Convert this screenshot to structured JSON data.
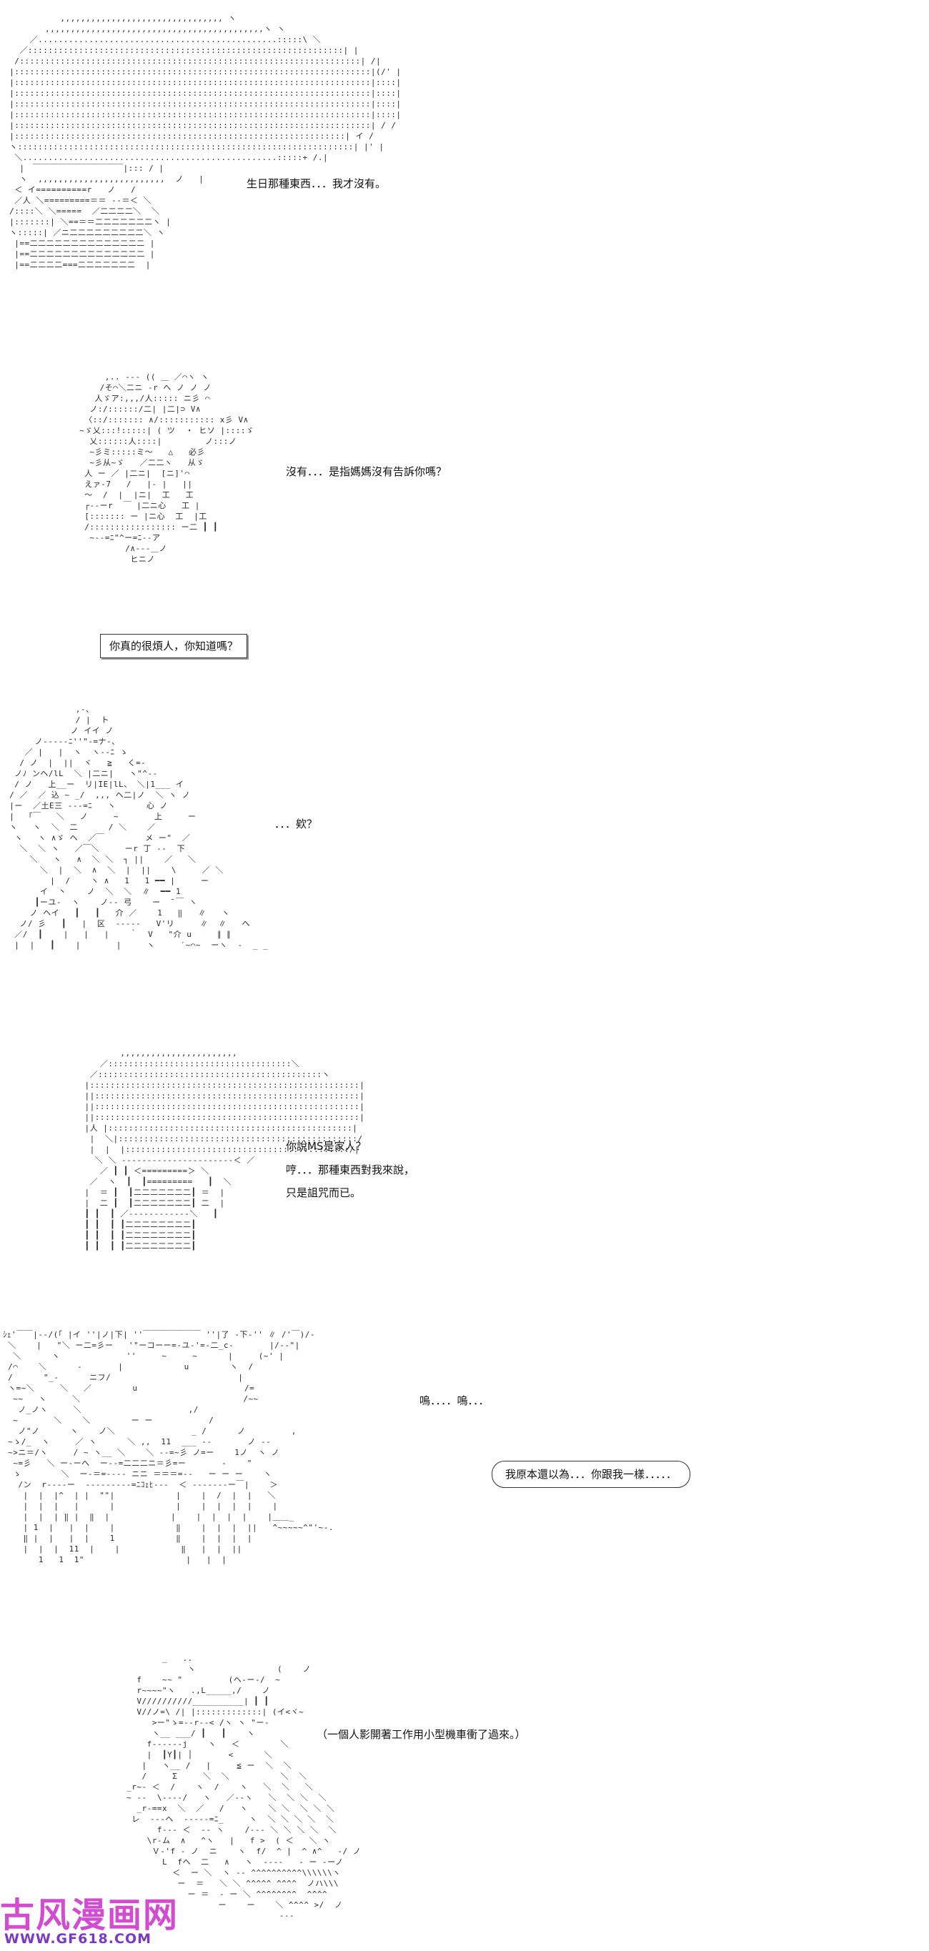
{
  "panels": [
    {
      "line": "生日那種東西．．．我才沒有。"
    },
    {
      "line": "沒有．．．是指媽媽沒有告訴你嗎？",
      "box": "你真的很煩人，你知道嗎？"
    },
    {
      "line": "．．．欸？"
    },
    {
      "lines": [
        "你說MS是家人？",
        "哼．．．那種東西對我來說，",
        "只是詛咒而已。"
      ]
    },
    {
      "line": "嗚．．．．嗚．．．",
      "bubble": "我原本還以為．．．你跟我一樣．．．．．"
    },
    {
      "line": "（一個人影開著工作用小型機車衝了過來。）"
    }
  ],
  "watermark": {
    "logo_text": "古风漫画网",
    "url": "WWW.GF618.COM"
  }
}
